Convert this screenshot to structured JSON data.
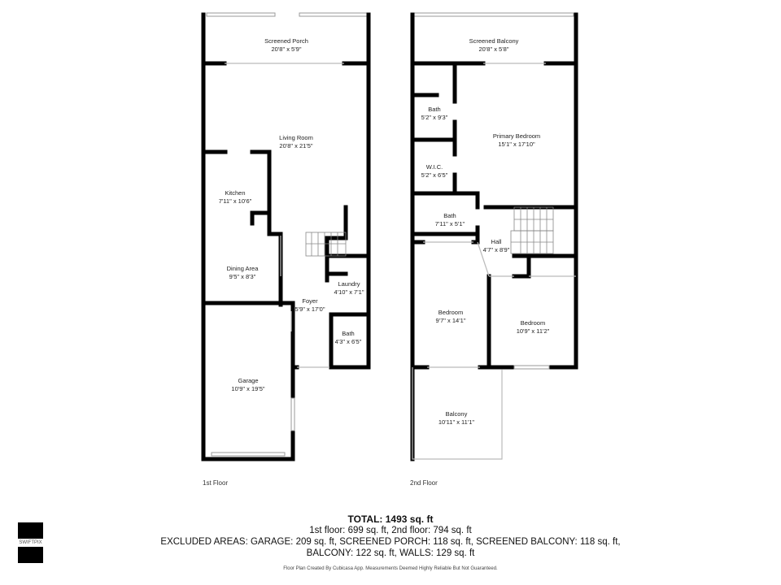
{
  "floors": [
    {
      "label": "1st Floor",
      "rooms": [
        {
          "name": "Screened Porch",
          "size": "20'8\" x 5'9\""
        },
        {
          "name": "Living Room",
          "size": "20'8\" x 21'5\""
        },
        {
          "name": "Kitchen",
          "size": "7'11\" x 10'6\""
        },
        {
          "name": "Dining Area",
          "size": "9'5\" x 8'3\""
        },
        {
          "name": "Foyer",
          "size": "5'9\" x 17'0\""
        },
        {
          "name": "Laundry",
          "size": "4'10\" x 7'1\""
        },
        {
          "name": "Bath",
          "size": "4'3\" x 6'5\""
        },
        {
          "name": "Garage",
          "size": "10'9\" x 19'5\""
        }
      ]
    },
    {
      "label": "2nd Floor",
      "rooms": [
        {
          "name": "Screened Balcony",
          "size": "20'8\" x 5'8\""
        },
        {
          "name": "Bath",
          "size": "5'2\" x 9'3\""
        },
        {
          "name": "Primary Bedroom",
          "size": "15'1\" x 17'10\""
        },
        {
          "name": "W.I.C.",
          "size": "5'2\" x 6'5\""
        },
        {
          "name": "Bath",
          "size": "7'11\" x 5'1\""
        },
        {
          "name": "Hall",
          "size": "4'7\" x 8'9\""
        },
        {
          "name": "Bedroom",
          "size": "9'7\" x 14'1\""
        },
        {
          "name": "Bedroom",
          "size": "10'9\" x 11'2\""
        },
        {
          "name": "Balcony",
          "size": "10'11\" x 11'1\""
        }
      ]
    }
  ],
  "summary": {
    "total": "TOTAL: 1493 sq. ft",
    "floors": "1st floor: 699 sq. ft, 2nd floor: 794 sq. ft",
    "excluded_1": "EXCLUDED AREAS: GARAGE: 209 sq. ft, SCREENED PORCH: 118 sq. ft, SCREENED BALCONY: 118 sq. ft,",
    "excluded_2": "BALCONY: 122 sq. ft, WALLS: 129 sq. ft",
    "disclaimer": "Floor Plan Created By Cubicasa App. Measurements Deemed Highly Reliable But Not Guaranteed."
  },
  "logo": {
    "text": "SWIFTPIX"
  }
}
